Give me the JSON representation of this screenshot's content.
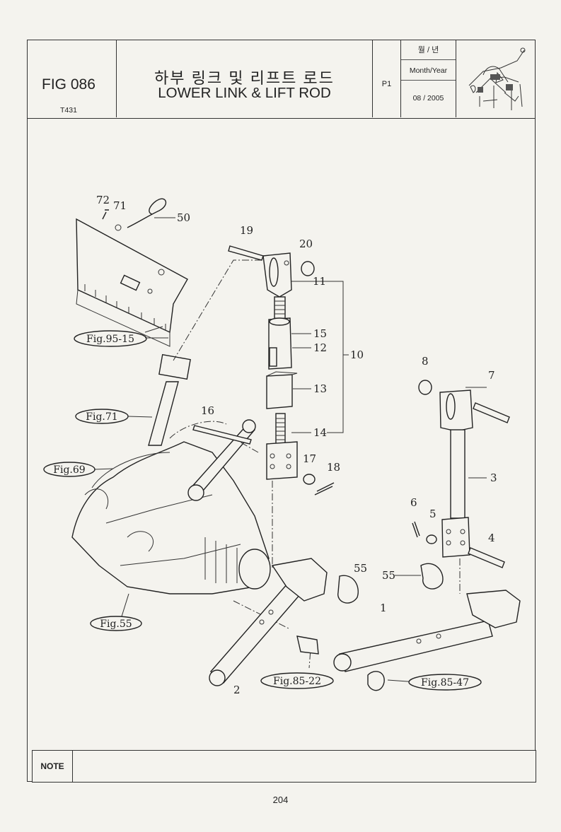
{
  "header": {
    "fig_number": "FIG 086",
    "model": "T431",
    "title_korean": "하부 링크 및 리프트 로드",
    "title_english": "LOWER LINK & LIFT ROD",
    "page_code": "P1",
    "date_label_korean": "월 / 년",
    "date_label_english": "Month/Year",
    "date_value": "08 / 2005"
  },
  "diagram": {
    "part_labels": [
      "72",
      "71",
      "50",
      "19",
      "20",
      "11",
      "15",
      "12",
      "10",
      "13",
      "14",
      "16",
      "17",
      "18",
      "8",
      "7",
      "3",
      "6",
      "5",
      "4",
      "55",
      "55",
      "1",
      "2"
    ],
    "figure_refs": [
      "Fig.95-15",
      "Fig.71",
      "Fig.69",
      "Fig.55",
      "Fig.85-22",
      "Fig.85-47"
    ]
  },
  "note": {
    "label": "NOTE",
    "value": ""
  },
  "page_number": "204"
}
